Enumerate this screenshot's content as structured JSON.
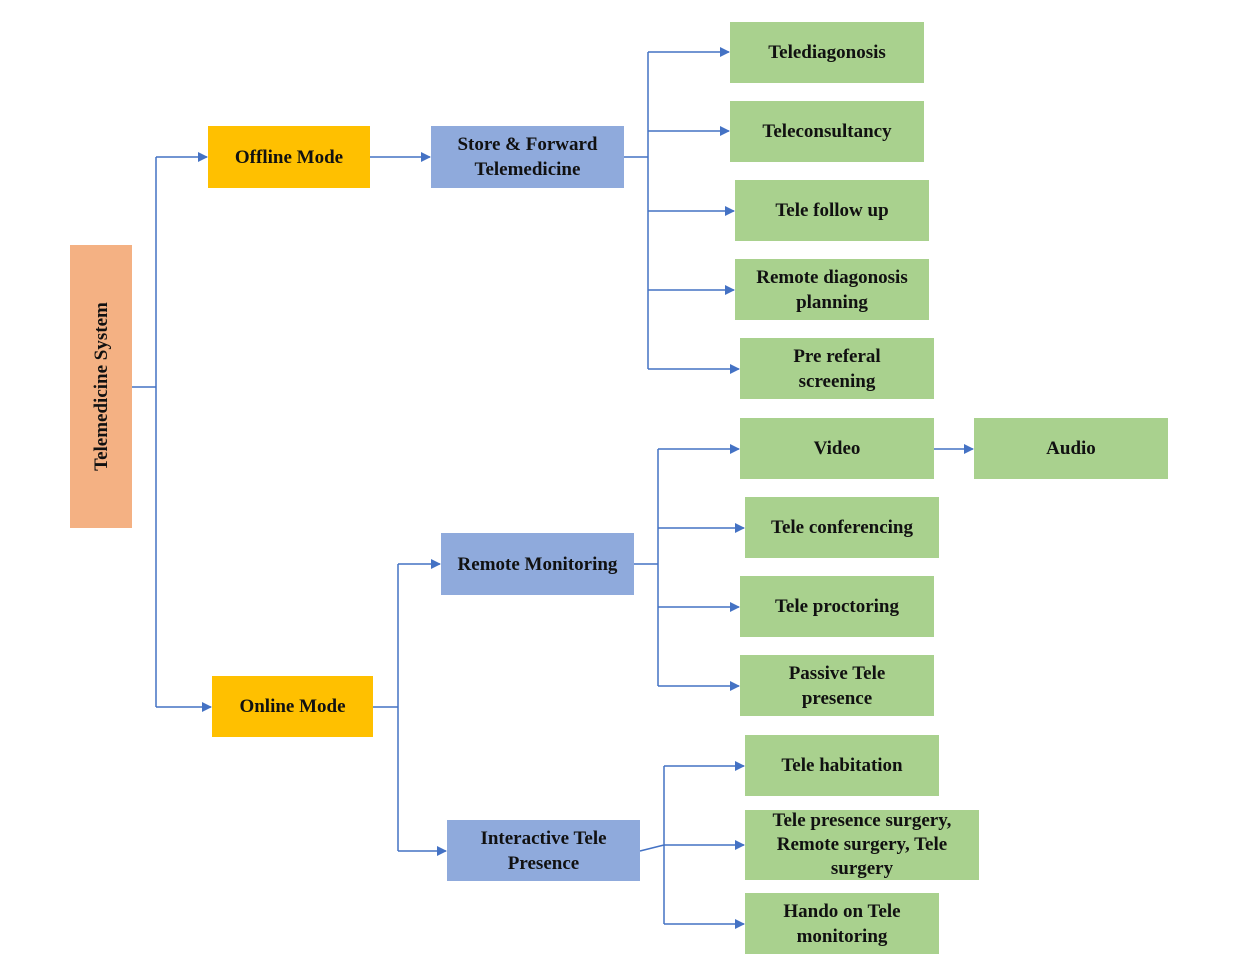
{
  "root": {
    "label": "Telemedicine System"
  },
  "modes": {
    "offline": "Offline Mode",
    "online": "Online Mode"
  },
  "categories": {
    "store_forward": "Store & Forward\nTelemedicine",
    "remote_monitoring": "Remote Monitoring",
    "interactive": "Interactive Tele\nPresence"
  },
  "store_forward_items": [
    "Telediagonosis",
    "Teleconsultancy",
    "Tele follow up",
    "Remote diagonosis\nplanning",
    "Pre referal\nscreening"
  ],
  "remote_monitoring_items": [
    "Video",
    "Tele conferencing",
    "Tele proctoring",
    "Passive Tele\npresence"
  ],
  "video_extension": "Audio",
  "interactive_items": [
    "Tele habitation",
    "Tele presence surgery,\nRemote surgery, Tele\nsurgery",
    "Hando on Tele\nmonitoring"
  ],
  "colors": {
    "root": "#f4b183",
    "mode": "#ffc000",
    "category": "#8faadc",
    "leaf": "#a9d18e",
    "connector": "#4472c4"
  }
}
